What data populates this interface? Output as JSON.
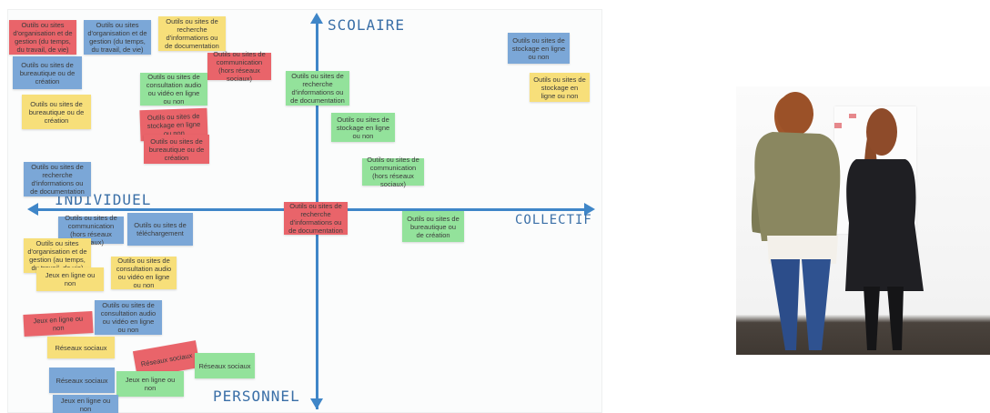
{
  "axes": {
    "top": "SCOLAIRE",
    "bottom": "PERSONNEL",
    "left": "INDIVIDUEL",
    "right": "COLLECTIF"
  },
  "notes": [
    {
      "text": "Outils ou sites d'organisation et de gestion (du temps, du travail, de vie)",
      "color": "red"
    },
    {
      "text": "Outils ou sites d'organisation et de gestion (du temps, du travail, de vie)",
      "color": "blue"
    },
    {
      "text": "Outils ou sites de recherche d'informations ou de documentation",
      "color": "yellow"
    },
    {
      "text": "Outils ou sites de bureautique ou de création",
      "color": "blue"
    },
    {
      "text": "Outils ou sites de communication (hors réseaux sociaux)",
      "color": "red"
    },
    {
      "text": "Outils ou sites de consultation audio ou vidéo en ligne ou non",
      "color": "green"
    },
    {
      "text": "Outils ou sites de bureautique ou de création",
      "color": "yellow"
    },
    {
      "text": "Outils ou sites de stockage en ligne ou non",
      "color": "red"
    },
    {
      "text": "Outils ou sites de bureautique ou de création",
      "color": "red"
    },
    {
      "text": "Outils ou sites de recherche d'informations ou de documentation",
      "color": "green"
    },
    {
      "text": "Outils ou sites de stockage en ligne ou non",
      "color": "green"
    },
    {
      "text": "Outils ou sites de communication (hors réseaux sociaux)",
      "color": "green"
    },
    {
      "text": "Outils ou sites de recherche d'informations ou de documentation",
      "color": "blue"
    },
    {
      "text": "Outils ou sites de recherche d'informations ou de documentation",
      "color": "red"
    },
    {
      "text": "Outils ou sites de bureautique ou de création",
      "color": "green"
    },
    {
      "text": "Outils ou sites de stockage en ligne ou non",
      "color": "blue"
    },
    {
      "text": "Outils ou sites de stockage en ligne ou non",
      "color": "yellow"
    },
    {
      "text": "Outils ou sites de communication (hors réseaux sociaux)",
      "color": "blue"
    },
    {
      "text": "Outils ou sites de téléchargement",
      "color": "blue"
    },
    {
      "text": "Outils ou sites d'organisation et de gestion (au temps, du travail, de vie)",
      "color": "yellow"
    },
    {
      "text": "Jeux en ligne ou non",
      "color": "yellow"
    },
    {
      "text": "Outils ou sites de consultation audio ou vidéo en ligne ou non",
      "color": "yellow"
    },
    {
      "text": "Outils ou sites de consultation audio ou vidéo en ligne ou non",
      "color": "blue"
    },
    {
      "text": "Jeux en ligne ou non",
      "color": "red"
    },
    {
      "text": "Réseaux sociaux",
      "color": "yellow"
    },
    {
      "text": "Réseaux sociaux",
      "color": "red"
    },
    {
      "text": "Réseaux sociaux",
      "color": "green"
    },
    {
      "text": "Réseaux sociaux",
      "color": "blue"
    },
    {
      "text": "Jeux en ligne ou non",
      "color": "green"
    },
    {
      "text": "Jeux en ligne ou non",
      "color": "blue"
    }
  ],
  "colors": {
    "axis": "#3f86c8",
    "red": "#e9646a",
    "blue": "#7ba7d7",
    "yellow": "#f7df7a",
    "green": "#93e29b"
  }
}
